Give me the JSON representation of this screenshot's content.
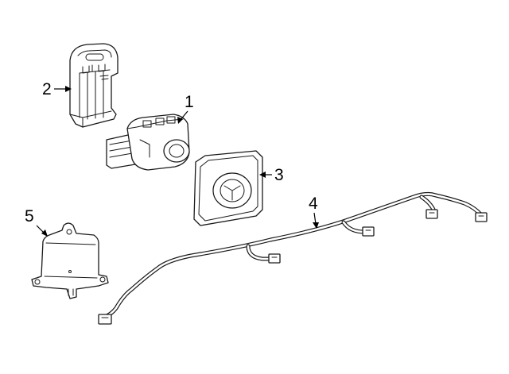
{
  "callouts": [
    {
      "label": "1",
      "part": "parking-sensor"
    },
    {
      "label": "2",
      "part": "sensor-retainer"
    },
    {
      "label": "3",
      "part": "mounting-pad"
    },
    {
      "label": "4",
      "part": "wire-harness"
    },
    {
      "label": "5",
      "part": "control-module"
    }
  ]
}
